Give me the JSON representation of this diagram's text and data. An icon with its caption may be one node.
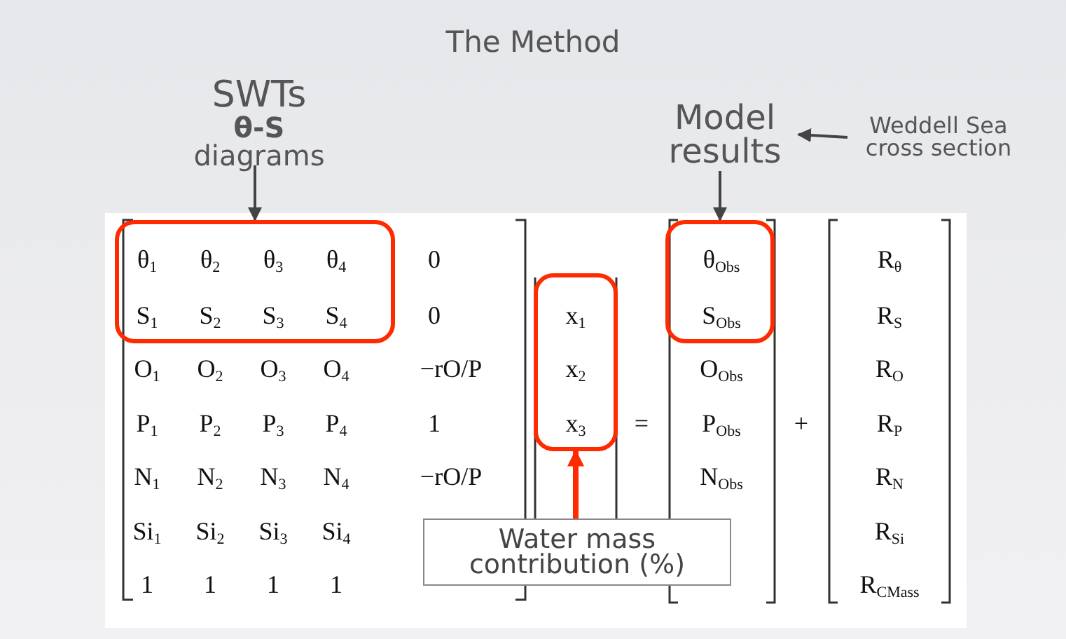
{
  "diagram": {
    "title": "The Method",
    "nodes": [
      {
        "text": [
          "SWTs",
          "**θ-S** diagrams"
        ]
      },
      {
        "text": [
          "Model results"
        ]
      },
      {
        "text": [
          "Weddell Sea cross section"
        ]
      },
      {
        "text": [
          "θ$_{1}$",
          "θ$_{2}$",
          "θ$_{3}$",
          "θ$_{4}$",
          "S$_{1}$",
          "S$_{2}$",
          "S$_{3}$",
          "S$_{4}$"
        ]
      },
      {
        "text": [
          "x$_{1}$",
          "x$_{2}$",
          "x$_{3}$"
        ]
      },
      {
        "text": [
          "θ$_{Obs}$",
          "S$_{Obs}$"
        ]
      },
      {
        "text": [
          "Water mass contribution (%)"
        ]
      }
    ],
    "edges": [
      {
        "from": 0,
        "to": 3,
        "arrow": "to"
      },
      {
        "from": 1,
        "to": 5,
        "arrow": "to"
      },
      {
        "from": 2,
        "to": 1,
        "arrow": "to"
      },
      {
        "from": 6,
        "to": 4,
        "arrow": "to",
        "style": "thick",
        "color": "#ff2a00"
      }
    ],
    "labels": [
      "0",
      "R$_{θ}$",
      "0",
      "R$_{S}$",
      "O$_{1}$",
      "O$_{2}$",
      "O$_{3}$",
      "O$_{4}$",
      "−rO/P",
      "O$_{Obs}$",
      "R$_{O}$",
      "P$_{1}$",
      "P$_{2}$",
      "P$_{3}$",
      "P$_{4}$",
      "1",
      "=",
      "P$_{Obs}$",
      "+",
      "R$_{P}$",
      "N$_{1}$",
      "N$_{2}$",
      "N$_{3}$",
      "N$_{4}$",
      "−rO/P",
      "N$_{Obs}$",
      "R$_{N}$",
      "Si$_{1}$",
      "Si$_{2}$",
      "Si$_{3}$",
      "Si$_{4}$",
      "R$_{Si}$",
      "1",
      "1",
      "1",
      "1",
      "R$_{CMass}$"
    ]
  }
}
